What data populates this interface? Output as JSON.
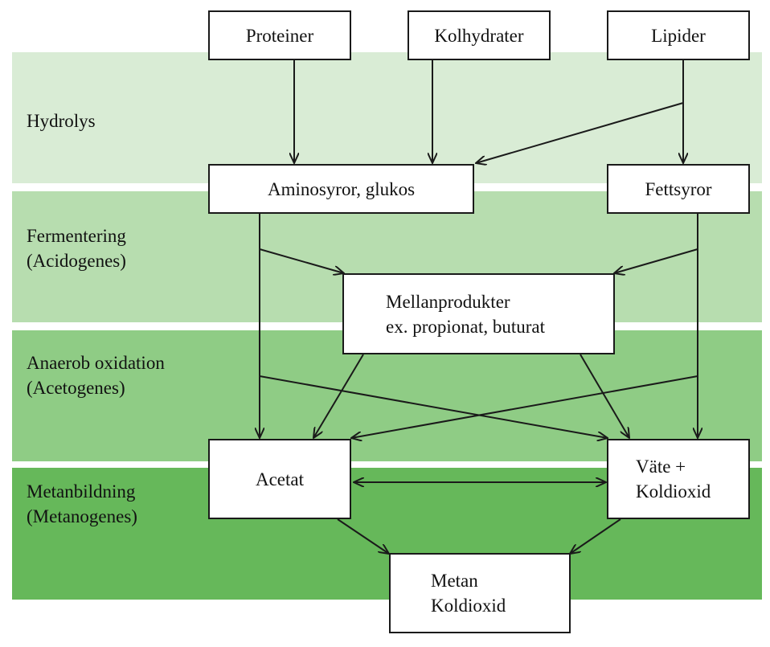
{
  "colors": {
    "band_hydrolys": "#d9ecd5",
    "band_fermentering": "#b7ddaf",
    "band_anaerob": "#8fcc85",
    "band_metan": "#66b85a",
    "box_border": "#1a1a1a",
    "arrow": "#1a1a1a"
  },
  "stages": {
    "hydrolys": {
      "line1": "Hydrolys"
    },
    "fermentering": {
      "line1": "Fermentering",
      "line2": "(Acidogenes)"
    },
    "anaerob": {
      "line1": "Anaerob oxidation",
      "line2": "(Acetogenes)"
    },
    "metanbildning": {
      "line1": "Metanbildning",
      "line2": "(Metanogenes)"
    }
  },
  "nodes": {
    "proteiner": {
      "line1": "Proteiner"
    },
    "kolhydrater": {
      "line1": "Kolhydrater"
    },
    "lipider": {
      "line1": "Lipider"
    },
    "aminosyror": {
      "line1": "Aminosyror, glukos"
    },
    "fettsyror": {
      "line1": "Fettsyror"
    },
    "mellanprodukter": {
      "line1": "Mellanprodukter",
      "line2": "ex. propionat, buturat"
    },
    "acetat": {
      "line1": "Acetat"
    },
    "vate": {
      "line1": "Väte +",
      "line2": "Koldioxid"
    },
    "metan": {
      "line1": "Metan",
      "line2": "Koldioxid"
    }
  }
}
